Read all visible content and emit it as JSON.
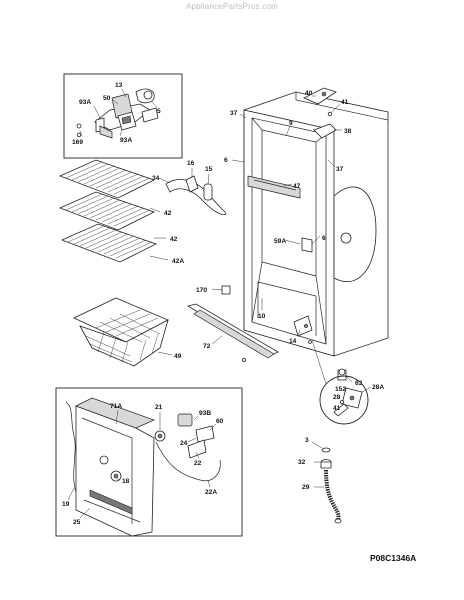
{
  "watermark": "AppliancePartsPros.com",
  "diagram_code": "P08C1346A",
  "labels": {
    "l13": "13",
    "l50": "50",
    "l93a_top": "93A",
    "l5": "5",
    "l169": "169",
    "l93a_bot": "93A",
    "l37a": "37",
    "l9": "9",
    "l6a": "6",
    "l40": "40",
    "l41a": "41",
    "l38": "38",
    "l37b": "37",
    "l16": "16",
    "l15": "15",
    "l34": "34",
    "l47": "47",
    "l42a": "42",
    "l42b": "42",
    "l42c": "42A",
    "l59a": "59A",
    "l6b": "6",
    "l170": "170",
    "l10": "10",
    "l72": "72",
    "l14": "14",
    "l49": "49",
    "l63": "63",
    "l152": "152",
    "l28": "28",
    "l41b": "41",
    "l28a": "28A",
    "l71a": "71A",
    "l21": "21",
    "l93b": "93B",
    "l60": "60",
    "l24": "24",
    "l22": "22",
    "l18": "18",
    "l22a": "22A",
    "l19": "19",
    "l25": "25",
    "l3": "3",
    "l32": "32",
    "l29": "29"
  }
}
